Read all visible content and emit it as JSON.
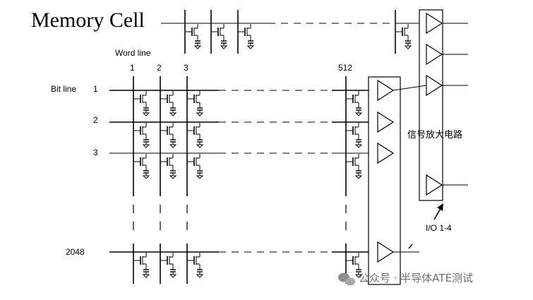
{
  "title": "Memory Cell",
  "word_line_label": "Word line",
  "bit_line_label": "Bit line",
  "word_line_numbers": [
    "1",
    "2",
    "3",
    "512"
  ],
  "bit_line_numbers": [
    "1",
    "2",
    "3",
    "2048"
  ],
  "amplifier_label": "信号放大电路",
  "io_label": "I/O 1-4",
  "watermark": "公众号 · 半导体ATE测试"
}
